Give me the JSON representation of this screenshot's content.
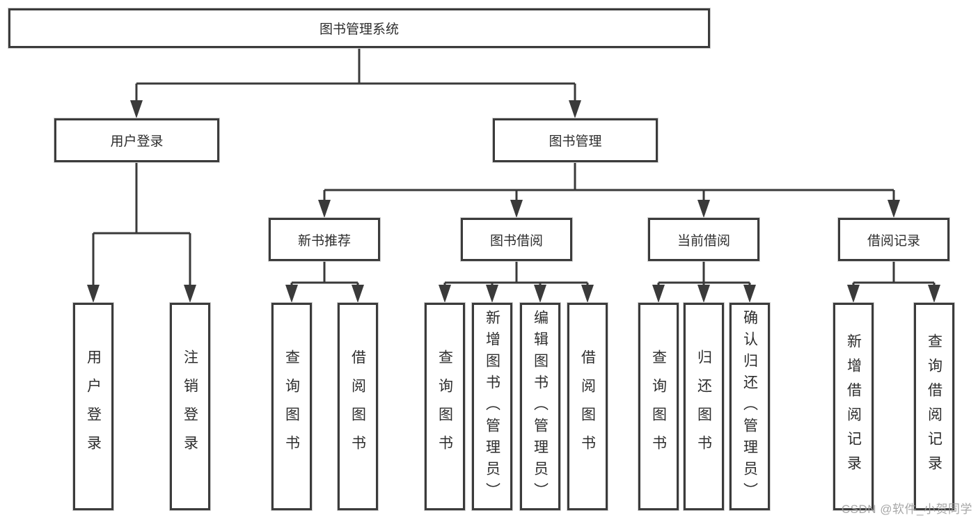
{
  "colors": {
    "line": "#3a3a3a",
    "box-border": "#3b3b3b",
    "text": "#2d2d2d",
    "watermark": "#9d9d9d",
    "background": "#ffffff"
  },
  "watermark": {
    "text": "CSDN @软件_小贺同学"
  },
  "tree": {
    "label": "图书管理系统",
    "children": [
      {
        "label": "用户登录",
        "children": [
          {
            "label": "用户登录"
          },
          {
            "label": "注销登录"
          }
        ]
      },
      {
        "label": "图书管理",
        "children": [
          {
            "label": "新书推荐",
            "children": [
              {
                "label": "查询图书"
              },
              {
                "label": "借阅图书"
              }
            ]
          },
          {
            "label": "图书借阅",
            "children": [
              {
                "label": "查询图书"
              },
              {
                "label": "新增图书（管理员）"
              },
              {
                "label": "编辑图书（管理员）"
              },
              {
                "label": "借阅图书"
              }
            ]
          },
          {
            "label": "当前借阅",
            "children": [
              {
                "label": "查询图书"
              },
              {
                "label": "归还图书"
              },
              {
                "label": "确认归还（管理员）"
              }
            ]
          },
          {
            "label": "借阅记录",
            "children": [
              {
                "label": "新增借阅记录"
              },
              {
                "label": "查询借阅记录"
              }
            ]
          }
        ]
      }
    ]
  }
}
